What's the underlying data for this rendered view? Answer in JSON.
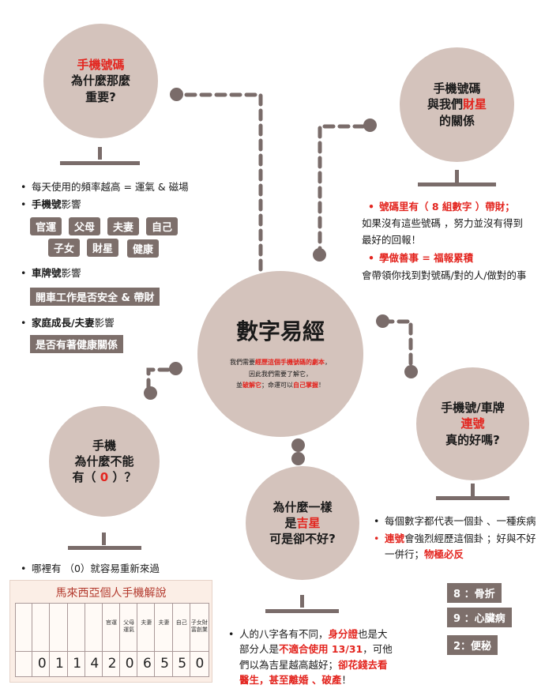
{
  "center": {
    "title": "數字易經",
    "line1_a": "我們需要",
    "line1_red": "經歷這個手機號碼的劇本",
    "line1_b": "，",
    "line2": "因此我們需要了解它，",
    "line3_a": "並",
    "line3_red": "破解它",
    "line3_b": "；命運可以",
    "line3_red2": "自己掌握",
    "line3_c": "！"
  },
  "topleft": {
    "l1": "手機號碼",
    "l2": "為什麼那麼",
    "l3": "重要?",
    "bullet1": "每天使用的頻率越高 = 運氣 & 磁場",
    "bullet2_bold": "手機號",
    "bullet2_rest": "影響",
    "chips": [
      "官運",
      "父母",
      "夫妻",
      "自己",
      "子女",
      "財星",
      "健康"
    ],
    "bullet3_bold": "車牌號",
    "bullet3_rest": "影響",
    "chip_car": "開車工作是否安全 & 帶財",
    "bullet4_bold": "家庭成長/夫妻",
    "bullet4_rest": "影響",
    "chip_family": "是否有著健康關係"
  },
  "topright": {
    "l1": "手機號碼",
    "l2_a": "與我們",
    "l2_red": "財星",
    "l3": "的關係",
    "b1": "號碼里有（ 8 組數字 ）帶財；",
    "t1": "如果沒有這些號碼 ，努力並沒有得到",
    "t2": "最好的回報！",
    "b2": "學做善事 = 福報累積",
    "t3": "會帶領你找到對號碼/對的人/做對的事"
  },
  "midright": {
    "l1": "手機號/車牌",
    "l2_red": "連號",
    "l3": "真的好嗎?",
    "b1": "每個數字都代表一個卦 、一種疾病",
    "b2_red": "連號",
    "b2_rest": "會強烈經歷這個卦 ；好與不好",
    "b2_line2_a": "一併行；",
    "b2_line2_red": "物極必反",
    "chips": [
      "8 ：骨折",
      "9 ：心臟病",
      "2：便秘"
    ]
  },
  "leftlow": {
    "l1": "手機",
    "l2": "為什麼不能",
    "l3_a": "有（",
    "l3_red": " 0 ",
    "l3_b": "）？",
    "bullet": "哪裡有 （0）就容易重新來過"
  },
  "bottom": {
    "l1": "為什麼一樣",
    "l2_a": "是",
    "l2_red": "吉星",
    "l3": "可是卻不好?",
    "t1_a": "人的八字各有不同，",
    "t1_red": "身分證",
    "t1_b": "也是大",
    "t2_a": "部分人是",
    "t2_red": "不適合使用 13/31",
    "t2_b": "，可他",
    "t3_a": "們以為吉星越高越好；",
    "t3_red": "卻花錢去看",
    "t4_red": "醫生，甚至離婚 、破產",
    "t4_b": "！"
  },
  "table": {
    "title": "馬來西亞個人手機解說",
    "headers": [
      "",
      "",
      "",
      "",
      "",
      "官運",
      "父母運氣",
      "夫妻",
      "夫妻",
      "自己",
      "子女財富創業"
    ],
    "digits": [
      "0",
      "1",
      "1",
      "4",
      "2",
      "0",
      "6",
      "5",
      "5",
      "0"
    ]
  }
}
